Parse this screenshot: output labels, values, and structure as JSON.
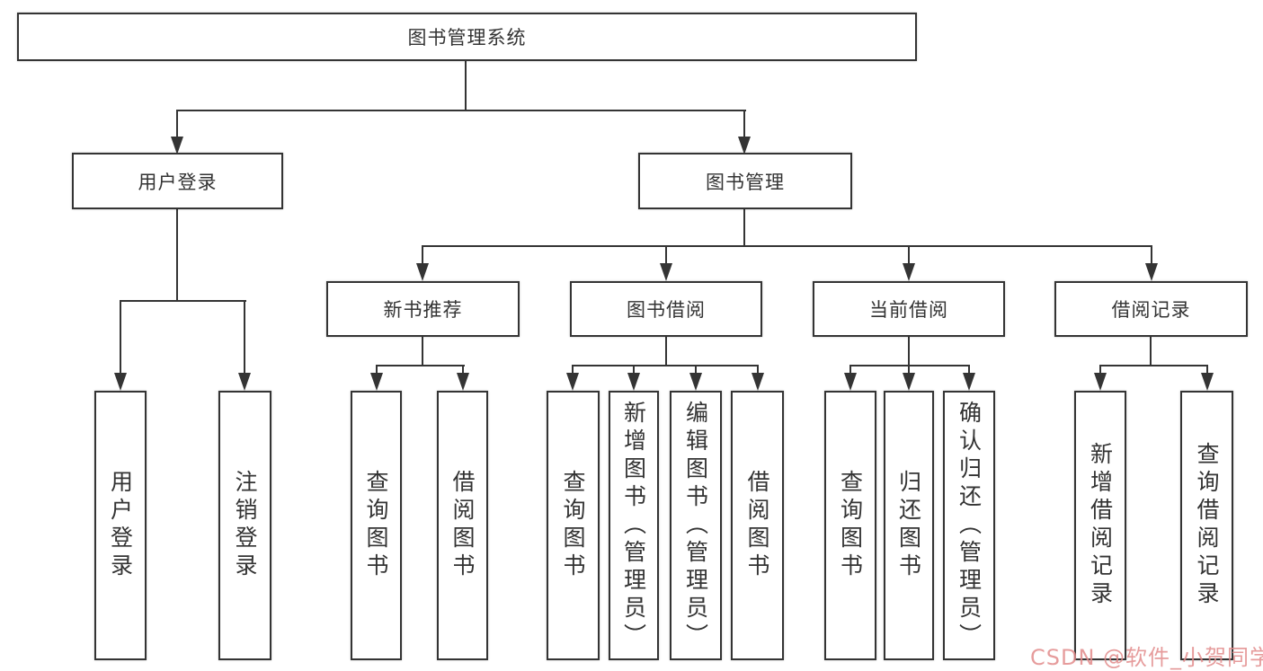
{
  "tree": {
    "root": {
      "label": "图书管理系统"
    },
    "branches": [
      {
        "label": "用户登录",
        "children": [
          {
            "label": "用户登录"
          },
          {
            "label": "注销登录"
          }
        ]
      },
      {
        "label": "图书管理",
        "groups": [
          {
            "label": "新书推荐",
            "children": [
              {
                "label": "查询图书"
              },
              {
                "label": "借阅图书"
              }
            ]
          },
          {
            "label": "图书借阅",
            "children": [
              {
                "label": "查询图书"
              },
              {
                "label": "新增图书（管理员）"
              },
              {
                "label": "编辑图书（管理员）"
              },
              {
                "label": "借阅图书"
              }
            ]
          },
          {
            "label": "当前借阅",
            "children": [
              {
                "label": "查询图书"
              },
              {
                "label": "归还图书"
              },
              {
                "label": "确认归还（管理员）"
              }
            ]
          },
          {
            "label": "借阅记录",
            "children": [
              {
                "label": "新增借阅记录"
              },
              {
                "label": "查询借阅记录"
              }
            ]
          }
        ]
      }
    ]
  },
  "colors": {
    "line": "#343434",
    "text": "#333333",
    "watermark": "#e28b8b"
  },
  "watermark": {
    "text": "CSDN @软件_小贺同学"
  }
}
